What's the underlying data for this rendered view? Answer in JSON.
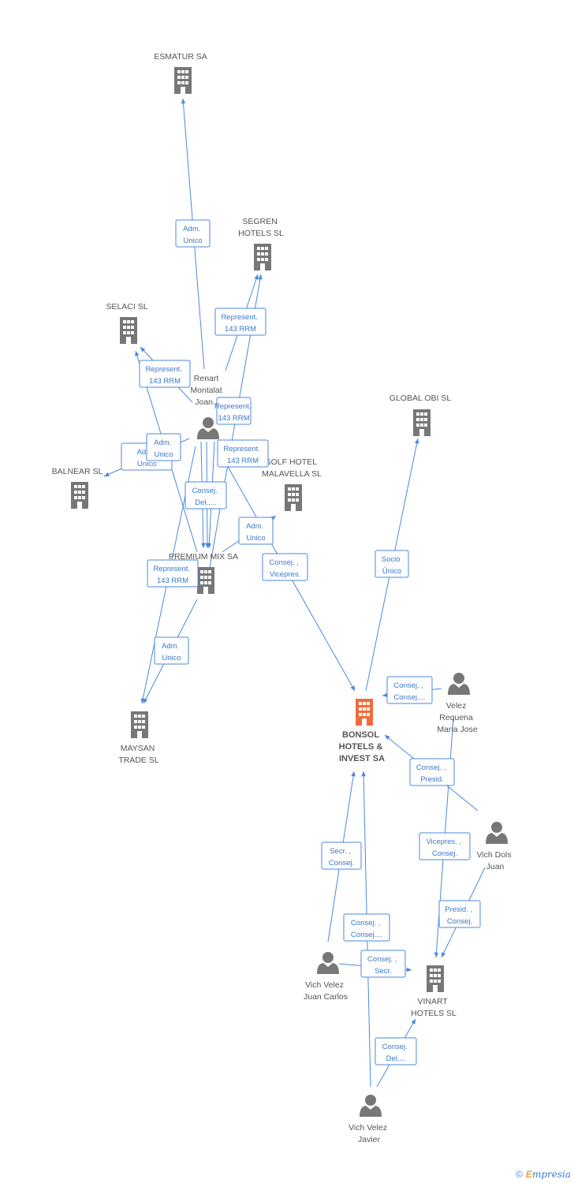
{
  "colors": {
    "edge": "#4a89dc",
    "company": "#777777",
    "focus": "#f26b3a",
    "person": "#777777"
  },
  "nodes": [
    {
      "id": "esmatur",
      "type": "company",
      "lines": [
        "ESMATUR SA"
      ]
    },
    {
      "id": "segren",
      "type": "company",
      "lines": [
        "SEGREN",
        "HOTELS SL"
      ]
    },
    {
      "id": "selaci",
      "type": "company",
      "lines": [
        "SELACI SL"
      ]
    },
    {
      "id": "global",
      "type": "company",
      "lines": [
        "GLOBAL OBI SL"
      ]
    },
    {
      "id": "renart",
      "type": "person",
      "lines": [
        "Renart",
        "Montalat",
        "Joan..."
      ]
    },
    {
      "id": "balnear",
      "type": "company",
      "lines": [
        "BALNEAR SL"
      ]
    },
    {
      "id": "golf",
      "type": "company",
      "lines": [
        "GOLF HOTEL",
        "MALAVELLA SL"
      ]
    },
    {
      "id": "premium",
      "type": "company",
      "lines": [
        "PREMIUM MIX SA"
      ]
    },
    {
      "id": "maysan",
      "type": "company",
      "lines": [
        "MAYSAN",
        "TRADE SL"
      ]
    },
    {
      "id": "bonsol",
      "type": "focus",
      "lines": [
        "BONSOL",
        "HOTELS &",
        "INVEST SA"
      ]
    },
    {
      "id": "velez",
      "type": "person",
      "lines": [
        "Velez",
        "Requena",
        "Maria Jose"
      ]
    },
    {
      "id": "vichdols",
      "type": "person",
      "lines": [
        "Vich Dols",
        "Juan"
      ]
    },
    {
      "id": "vichjc",
      "type": "person",
      "lines": [
        "Vich Velez",
        "Juan Carlos"
      ]
    },
    {
      "id": "vinart",
      "type": "company",
      "lines": [
        "VINART",
        "HOTELS SL"
      ]
    },
    {
      "id": "vichjav",
      "type": "person",
      "lines": [
        "Vich Velez",
        "Javier"
      ]
    }
  ],
  "edge_labels": [
    {
      "id": "e1",
      "lines": [
        "Adm.",
        "Unico"
      ]
    },
    {
      "id": "e2",
      "lines": [
        "Represent.",
        "143 RRM"
      ]
    },
    {
      "id": "e3",
      "lines": [
        "Represent.",
        "143 RRM"
      ]
    },
    {
      "id": "e4",
      "lines": [
        "Adm.",
        "Unico"
      ]
    },
    {
      "id": "e5",
      "lines": [
        "Represent.",
        "143 RRM"
      ]
    },
    {
      "id": "e6",
      "lines": [
        "Adm.",
        "Unico"
      ]
    },
    {
      "id": "e7",
      "lines": [
        "Represent.",
        "143 RRM"
      ]
    },
    {
      "id": "e8",
      "lines": [
        "Consej.",
        "Del.,..."
      ]
    },
    {
      "id": "e9",
      "lines": [
        "Adm.",
        "Unico"
      ]
    },
    {
      "id": "e10",
      "lines": [
        "Consej. ,",
        "Vicepres."
      ]
    },
    {
      "id": "e11",
      "lines": [
        "Represent.",
        "143 RRM"
      ]
    },
    {
      "id": "e12",
      "lines": [
        "Adm.",
        "Unico"
      ]
    },
    {
      "id": "e13",
      "lines": [
        "Socio",
        "Único"
      ]
    },
    {
      "id": "e14",
      "lines": [
        "Consej. ,",
        "Consej...."
      ]
    },
    {
      "id": "e15",
      "lines": [
        "Consej. ,",
        "Presid."
      ]
    },
    {
      "id": "e16",
      "lines": [
        "Vicepres. ,",
        "Consej."
      ]
    },
    {
      "id": "e17",
      "lines": [
        "Secr. ,",
        "Consej."
      ]
    },
    {
      "id": "e18",
      "lines": [
        "Presid. ,",
        "Consej."
      ]
    },
    {
      "id": "e19",
      "lines": [
        "Consej. ,",
        "Consej...."
      ]
    },
    {
      "id": "e20",
      "lines": [
        "Consej. ,",
        "Secr."
      ]
    },
    {
      "id": "e21",
      "lines": [
        "Consej.",
        "Del...."
      ]
    }
  ],
  "footer": {
    "copyright": "©",
    "brand_first": "E",
    "brand_rest": "mpresia"
  }
}
